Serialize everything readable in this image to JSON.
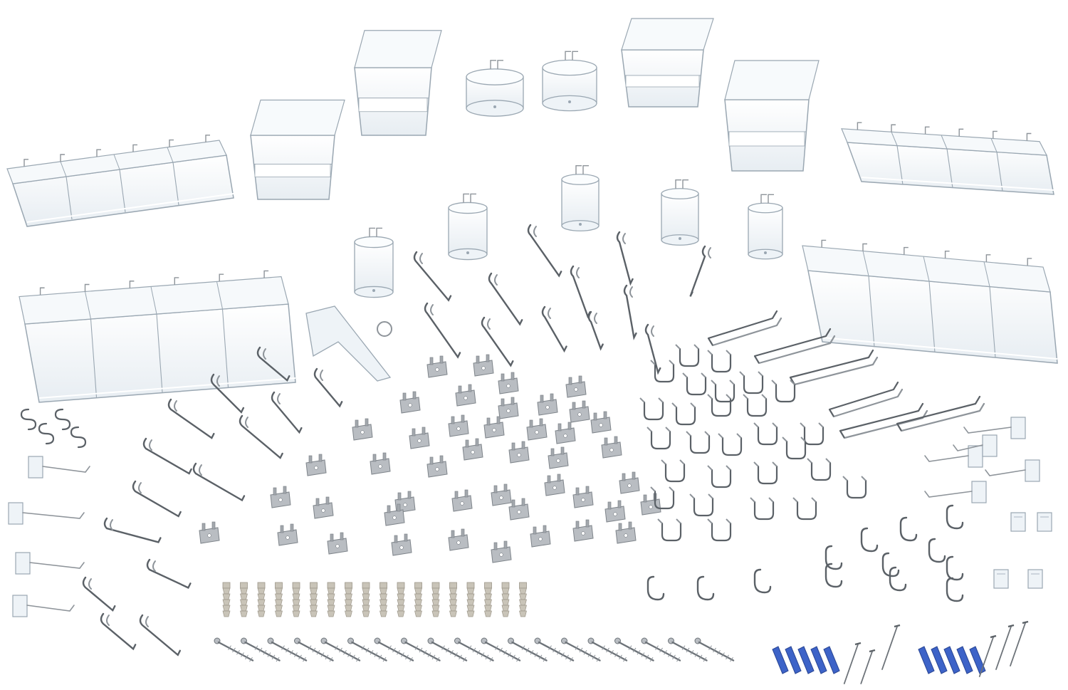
{
  "scene": {
    "subject": "pegboard-accessory-kit",
    "background_color": "#ffffff",
    "colors": {
      "acrylic_fill": "#eef3f7",
      "acrylic_edge": "#9aa7b2",
      "acrylic_highlight": "#ffffff",
      "metal": "#8e949a",
      "metal_dark": "#5b6167",
      "zinc_plate": "#b9bdc2",
      "anchor_gray": "#c9c4b8",
      "anchor_blue": "#3d63c8"
    },
    "groups": {
      "large_divided_bins": 4,
      "angled_scoop_bins": 4,
      "round_cups": 7,
      "tool_holder_bracket": 1,
      "single_prong_hooks": 16,
      "double_prong_hooks": 6,
      "acrylic_loop_hooks": 9,
      "zinc_locking_clips": 44,
      "u_hooks": 28,
      "s_hooks": 4,
      "j_hooks": 13,
      "acrylic_clips": 4,
      "plastic_anchors": 18,
      "wood_screws": 19,
      "blue_anchors": 10,
      "nails": 6
    }
  }
}
